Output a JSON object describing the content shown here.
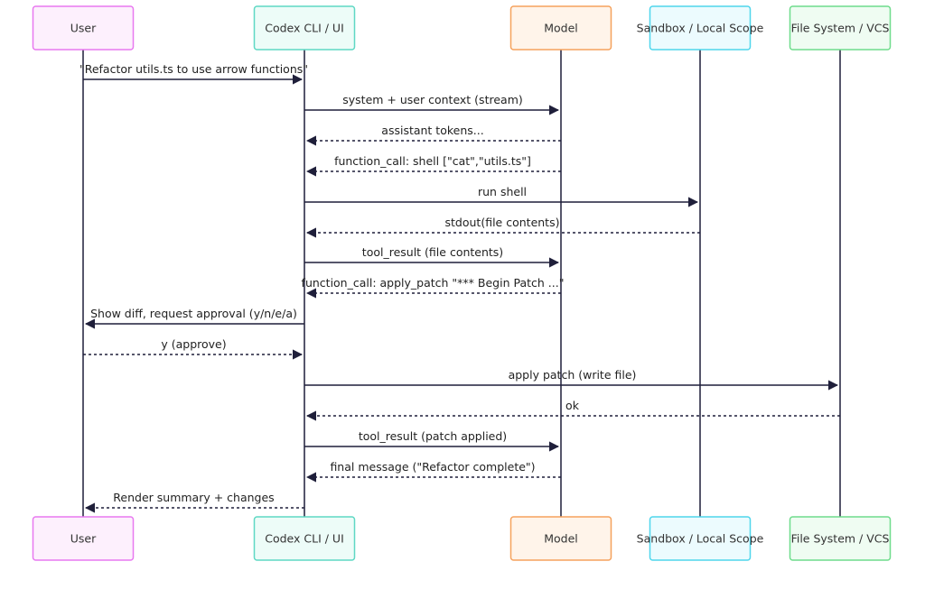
{
  "participants": [
    {
      "id": "user",
      "label": "User",
      "fill": "#fdf0fd",
      "stroke": "#e879f0"
    },
    {
      "id": "cli",
      "label": "Codex CLI / UI",
      "fill": "#edfcf8",
      "stroke": "#5fd8c4"
    },
    {
      "id": "model",
      "label": "Model",
      "fill": "#fff4ea",
      "stroke": "#f5a25d"
    },
    {
      "id": "sandbox",
      "label": "Sandbox / Local Scope",
      "fill": "#ecfbfe",
      "stroke": "#4fd6ec"
    },
    {
      "id": "fs",
      "label": "File System / VCS",
      "fill": "#effcf2",
      "stroke": "#6fdc8c"
    }
  ],
  "messages": [
    {
      "from": "user",
      "to": "cli",
      "label": "\"Refactor utils.ts to use arrow functions\"",
      "type": "solid"
    },
    {
      "from": "cli",
      "to": "model",
      "label": "system + user context (stream)",
      "type": "solid"
    },
    {
      "from": "model",
      "to": "cli",
      "label": "assistant tokens...",
      "type": "dashed"
    },
    {
      "from": "model",
      "to": "cli",
      "label": "function_call: shell [\"cat\",\"utils.ts\"]",
      "type": "dashed"
    },
    {
      "from": "cli",
      "to": "sandbox",
      "label": "run shell",
      "type": "solid"
    },
    {
      "from": "sandbox",
      "to": "cli",
      "label": "stdout(file contents)",
      "type": "dashed"
    },
    {
      "from": "cli",
      "to": "model",
      "label": "tool_result (file contents)",
      "type": "solid"
    },
    {
      "from": "model",
      "to": "cli",
      "label": "function_call: apply_patch \"*** Begin Patch ...\"",
      "type": "dashed"
    },
    {
      "from": "cli",
      "to": "user",
      "label": "Show diff, request approval (y/n/e/a)",
      "type": "solid"
    },
    {
      "from": "user",
      "to": "cli",
      "label": "y (approve)",
      "type": "dashed"
    },
    {
      "from": "cli",
      "to": "fs",
      "label": "apply patch (write file)",
      "type": "solid"
    },
    {
      "from": "fs",
      "to": "cli",
      "label": "ok",
      "type": "dashed"
    },
    {
      "from": "cli",
      "to": "model",
      "label": "tool_result (patch applied)",
      "type": "solid"
    },
    {
      "from": "model",
      "to": "cli",
      "label": "final message (\"Refactor complete\")",
      "type": "dashed"
    },
    {
      "from": "cli",
      "to": "user",
      "label": "Render summary + changes",
      "type": "dashed"
    }
  ],
  "colors": {
    "line": "#1f1f3a",
    "text": "#222222"
  }
}
